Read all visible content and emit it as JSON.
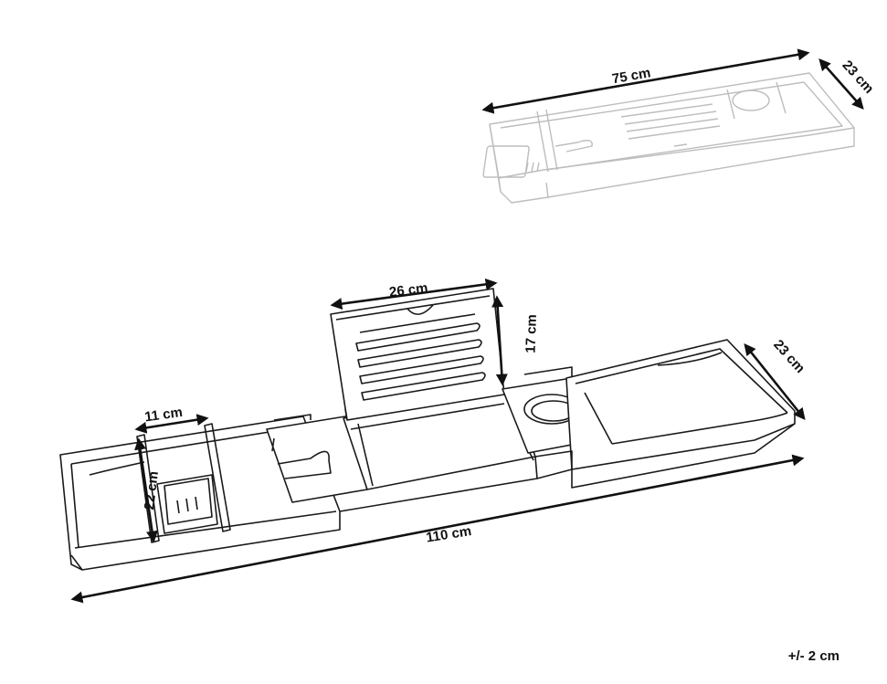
{
  "dimensions": {
    "small_length": "75 cm",
    "small_width": "23 cm",
    "large_length": "110 cm",
    "large_width": "23 cm",
    "stand_width": "26 cm",
    "stand_height": "17 cm",
    "tray_width": "11 cm",
    "tray_depth": "22 cm"
  },
  "tolerance": "+/- 2 cm",
  "colors": {
    "line": "#1a1a1a",
    "faint_line": "#bdbdbd",
    "background": "#ffffff"
  }
}
